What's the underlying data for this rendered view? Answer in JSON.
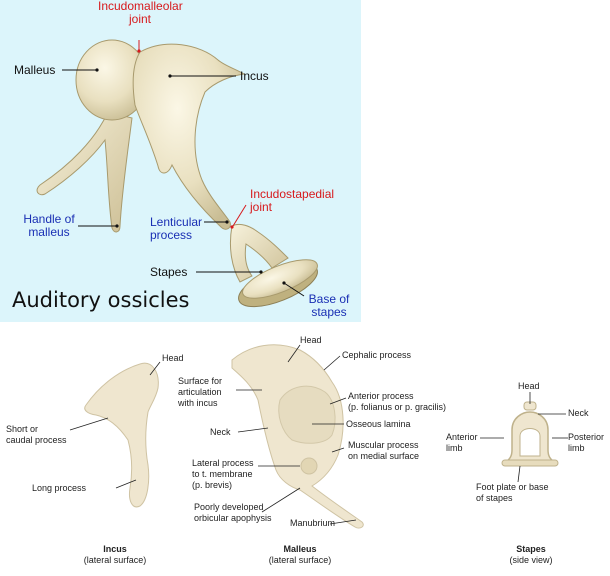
{
  "top": {
    "title": "Auditory ossicles",
    "labels": {
      "incudomalleolar_1": "Incudomalleolar",
      "incudomalleolar_2": "joint",
      "malleus": "Malleus",
      "incus": "Incus",
      "incudostapedial_1": "Incudostapedial",
      "incudostapedial_2": "joint",
      "handle_1": "Handle of",
      "handle_2": "malleus",
      "lenticular_1": "Lenticular",
      "lenticular_2": "process",
      "stapes": "Stapes",
      "base_1": "Base of",
      "base_2": "stapes"
    },
    "colors": {
      "background": "#dcf5fb",
      "red_label": "#d7191c",
      "blue_label": "#1a2fb4",
      "bone": "#ebe3c6"
    }
  },
  "bottom": {
    "incus": {
      "head": "Head",
      "short_1": "Short or",
      "short_2": "caudal process",
      "long": "Long process",
      "caption_title": "Incus",
      "caption_sub": "(lateral surface)"
    },
    "malleus": {
      "head": "Head",
      "cephalic": "Cephalic process",
      "surface_1": "Surface for",
      "surface_2": "articulation",
      "surface_3": "with incus",
      "anterior_1": "Anterior process",
      "anterior_2": "(p. folianus or p. gracilis)",
      "osseous": "Osseous lamina",
      "neck": "Neck",
      "muscular_1": "Muscular process",
      "muscular_2": "on medial surface",
      "lateral_1": "Lateral process",
      "lateral_2": "to t. membrane",
      "lateral_3": "(p. brevis)",
      "poorly_1": "Poorly developed",
      "poorly_2": "orbicular apophysis",
      "manubrium": "Manubrium",
      "caption_title": "Malleus",
      "caption_sub": "(lateral surface)"
    },
    "stapes": {
      "head": "Head",
      "neck": "Neck",
      "anterior_1": "Anterior",
      "anterior_2": "limb",
      "posterior_1": "Posterior",
      "posterior_2": "limb",
      "foot_1": "Foot plate or base",
      "foot_2": "of stapes",
      "caption_title": "Stapes",
      "caption_sub": "(side view)"
    },
    "colors": {
      "bone_fill": "#efe6cf",
      "bone_stroke": "#cfc3a3"
    }
  }
}
